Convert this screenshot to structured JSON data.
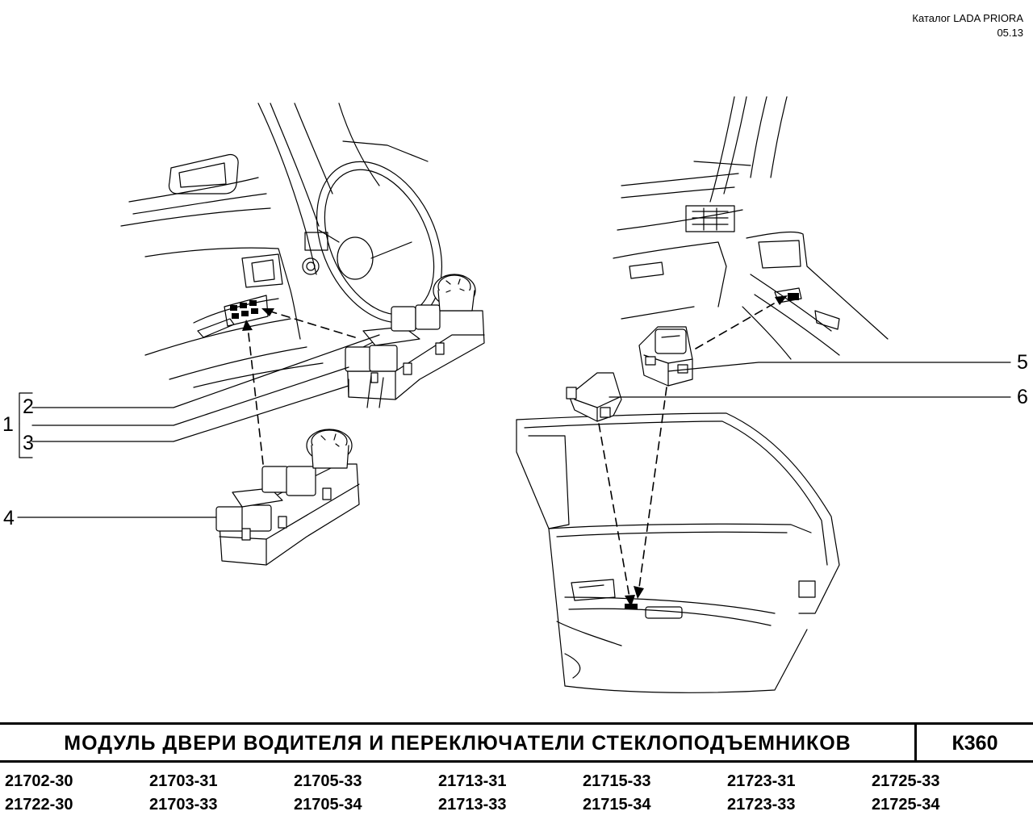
{
  "header": {
    "catalog": "Каталог  LADA  PRIORA",
    "date": "05.13"
  },
  "callouts": [
    "1",
    "2",
    "3",
    "4",
    "5",
    "6"
  ],
  "title": "МОДУЛЬ  ДВЕРИ  ВОДИТЕЛЯ  И  ПЕРЕКЛЮЧАТЕЛИ  СТЕКЛОПОДЪЕМНИКОВ",
  "page_code": "К360",
  "models": [
    [
      "21702-30",
      "21703-31",
      "21705-33",
      "21713-31",
      "21715-33",
      "21723-31",
      "21725-33"
    ],
    [
      "21722-30",
      "21703-33",
      "21705-34",
      "21713-33",
      "21715-34",
      "21723-33",
      "21725-34"
    ]
  ]
}
